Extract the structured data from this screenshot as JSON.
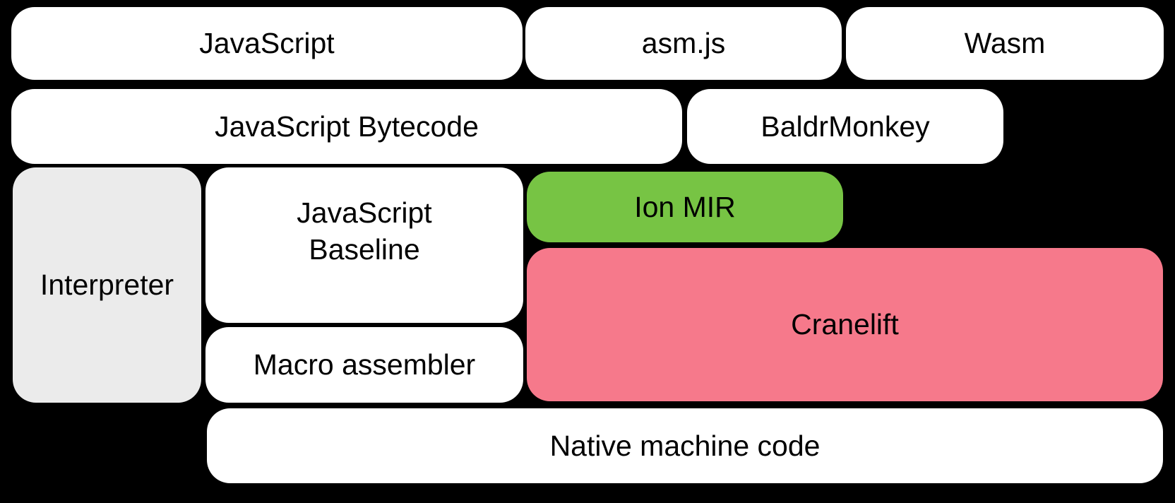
{
  "diagram": {
    "description": "Compiler pipeline diagram on black background"
  },
  "nodes": {
    "javascript": {
      "label": "JavaScript"
    },
    "asmjs": {
      "label": "asm.js"
    },
    "wasm": {
      "label": "Wasm"
    },
    "bytecode": {
      "label": "JavaScript Bytecode"
    },
    "baldrmonkey": {
      "label": "BaldrMonkey"
    },
    "interpreter": {
      "label": "Interpreter"
    },
    "baseline": {
      "label": "JavaScript Baseline",
      "lines": [
        "JavaScript",
        "Baseline"
      ]
    },
    "ion_mir": {
      "label": "Ion MIR",
      "color": "#77C444"
    },
    "cranelift": {
      "label": "Cranelift",
      "color": "#F6798B"
    },
    "macro_assembler": {
      "label": "Macro assembler"
    },
    "native_code": {
      "label": "Native machine code"
    }
  },
  "colors": {
    "background": "#000000",
    "box_white": "#FFFFFF",
    "box_gray": "#EBEBEB",
    "ion_green": "#77C444",
    "cranelift_pink": "#F6798B",
    "text": "#000000"
  }
}
